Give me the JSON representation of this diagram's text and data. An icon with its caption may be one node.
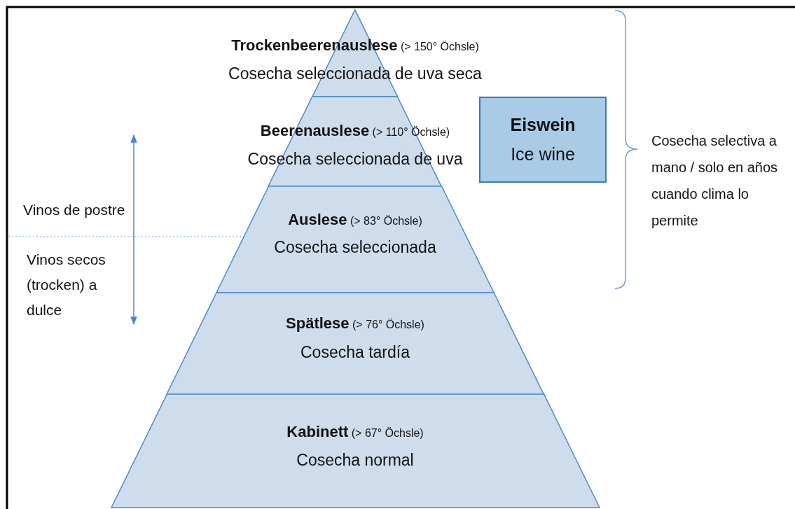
{
  "diagram": {
    "nodes": [
      {
        "text": [
          "**Trockenbeerenauslese** (> 150° Öchsle)",
          "Cosecha seleccionada de uva seca"
        ]
      },
      {
        "text": [
          "**Beerenauslese** (> 110° Öchsle)",
          "Cosecha seleccionada de uva"
        ]
      },
      {
        "text": [
          "**Auslese** (> 83° Öchsle)",
          "Cosecha seleccionada"
        ]
      },
      {
        "text": [
          "**Spätlese** (> 76° Öchsle)",
          "Cosecha tardía"
        ]
      },
      {
        "text": [
          "**Kabinett** (> 67° Öchsle)",
          "Cosecha normal"
        ]
      },
      {
        "text": [
          "Eiswein",
          "Ice wine"
        ]
      }
    ],
    "edges": [],
    "labels": [
      "Vinos de postre",
      "Vinos secos (trocken) a dulce",
      "Cosecha selectiva a mano / solo en años cuando clima lo permite"
    ]
  }
}
